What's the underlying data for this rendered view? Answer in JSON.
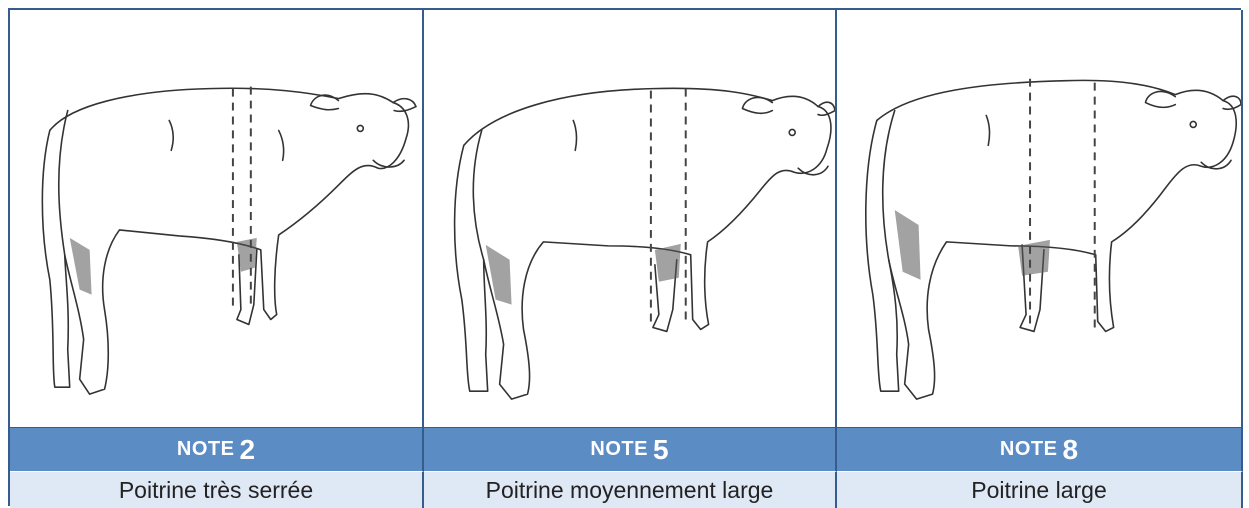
{
  "columns": [
    {
      "note_label": "NOTE",
      "note_value": "2",
      "description": "Poitrine très serrée"
    },
    {
      "note_label": "NOTE",
      "note_value": "5",
      "description": "Poitrine moyennement large"
    },
    {
      "note_label": "NOTE",
      "note_value": "8",
      "description": "Poitrine large"
    }
  ],
  "colors": {
    "border": "#355c8c",
    "header_bg": "#5b8cc4",
    "desc_bg": "#dfe8f5"
  }
}
